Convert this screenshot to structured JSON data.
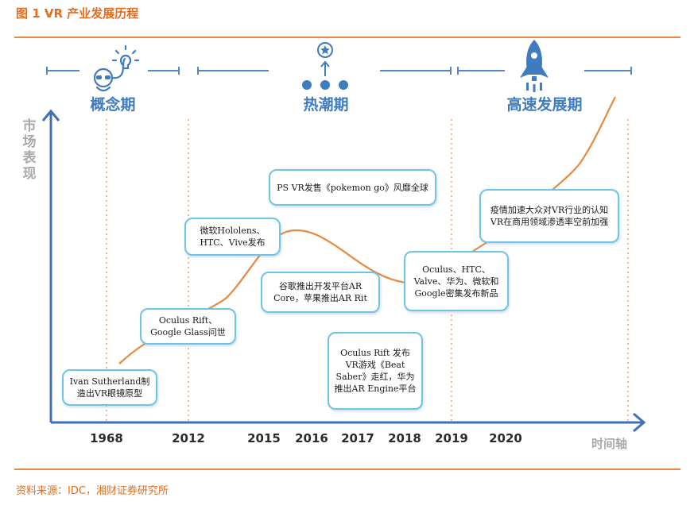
{
  "figure_title": "图 1 VR 产业发展历程",
  "source": "资料来源：IDC，湘财证券研究所",
  "y_axis_label": "市场表现",
  "x_axis_label": "时间轴",
  "phases": [
    {
      "label": "概念期",
      "icon": "lightbulb-head-icon"
    },
    {
      "label": "热潮期",
      "icon": "rising-network-icon"
    },
    {
      "label": "高速发展期",
      "icon": "rocket-icon"
    }
  ],
  "years": [
    "1968",
    "2012",
    "2015",
    "2016",
    "2017",
    "2018",
    "2019",
    "2020"
  ],
  "events": [
    {
      "text": "Ivan Sutherland制造出VR眼镜原型"
    },
    {
      "text": "Oculus Rift、Google Glass问世"
    },
    {
      "text": "微软Hololens、HTC、Vive发布"
    },
    {
      "text": "PS VR发售《pokemon go》风靡全球"
    },
    {
      "text": "谷歌推出开发平台AR Core，苹果推出AR Rit"
    },
    {
      "text": "Oculus Rift 发布VR游戏《Beat Saber》走红，华为推出AR Engine平台"
    },
    {
      "text": "Oculus、HTC、Valve、华为、微软和Google密集发布新品"
    },
    {
      "text": "疫情加速大众对VR行业的认知VR在商用领域渗透率空前加强"
    }
  ],
  "colors": {
    "accent": "#e36c1f",
    "axis": "#3f6fb5",
    "phase": "#3f7bbf",
    "curve": "#e8873f",
    "box_border": "#6fc3e6",
    "muted": "#a9a9a9"
  }
}
